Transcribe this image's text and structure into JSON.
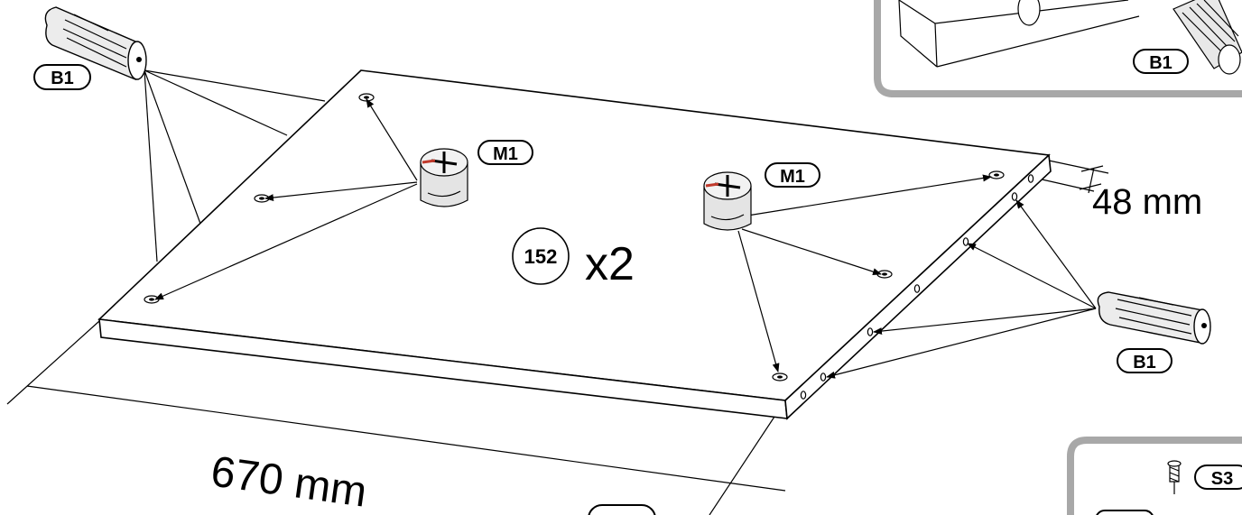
{
  "labels": {
    "dowel_top_left": "B1",
    "dowel_right": "B1",
    "dowel_inset": "B1",
    "cam_left": "M1",
    "cam_right": "M1",
    "screw": "S3"
  },
  "part_number": "152",
  "quantity": "x2",
  "dimensions": {
    "width": "670 mm",
    "thickness": "48 mm"
  },
  "colors": {
    "inset_border": "#a8a8a8",
    "cam_body": "#e4e4e4",
    "cam_accent": "#c0392b"
  }
}
